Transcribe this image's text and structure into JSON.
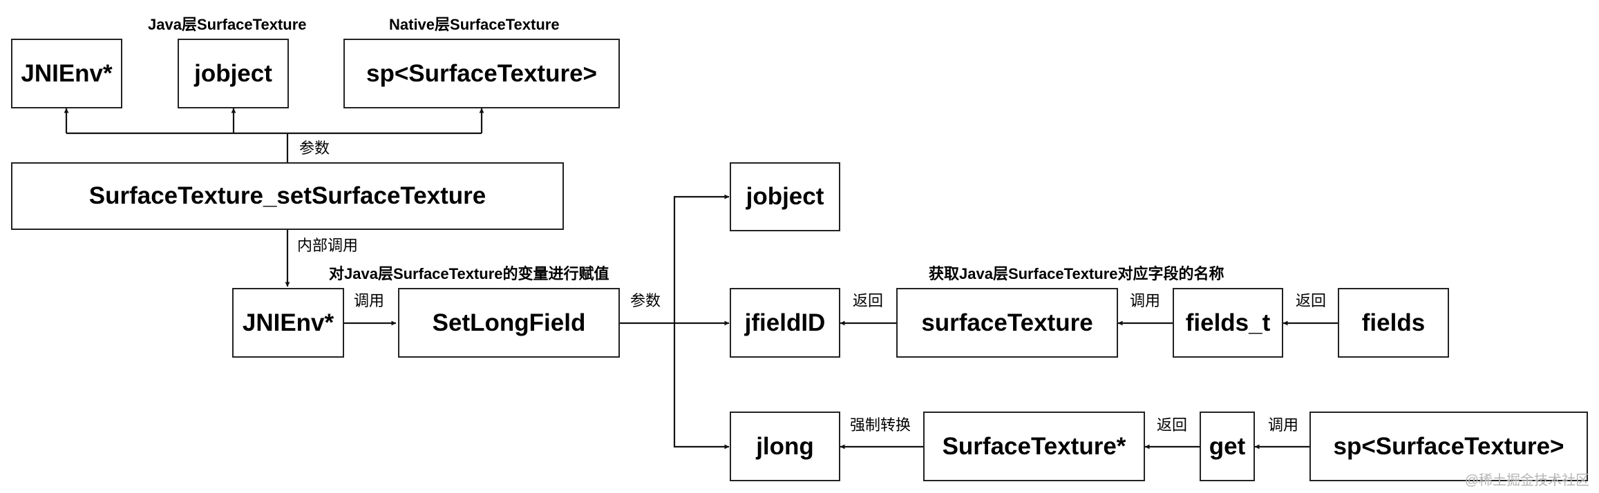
{
  "nodes": {
    "jnienv_param": "JNIEnv*",
    "jobject_param": "jobject",
    "sp_param": "sp<SurfaceTexture>",
    "set_surface_texture": "SurfaceTexture_setSurfaceTexture",
    "jnienv_call": "JNIEnv*",
    "set_long_field": "SetLongField",
    "jobject_arg": "jobject",
    "jfieldid_arg": "jfieldID",
    "jlong_arg": "jlong",
    "surface_texture_field": "surfaceTexture",
    "fields_t": "fields_t",
    "fields": "fields",
    "surface_texture_ptr": "SurfaceTexture*",
    "get_call": "get",
    "sp_source": "sp<SurfaceTexture>"
  },
  "labels": {
    "java_layer_st": "Java层SurfaceTexture",
    "native_layer_st": "Native层SurfaceTexture",
    "params_top": "参数",
    "internal_call": "内部调用",
    "assign_java_var": "对Java层SurfaceTexture的变量进行赋值",
    "call_setlong": "调用",
    "params_mid": "参数",
    "get_field_name": "获取Java层SurfaceTexture对应字段的名称",
    "return_jfieldid": "返回",
    "call_fields_t": "调用",
    "return_fields_t": "返回",
    "force_cast": "强制转换",
    "return_ptr": "返回",
    "call_get": "调用"
  },
  "watermark": "@稀土掘金技术社区"
}
